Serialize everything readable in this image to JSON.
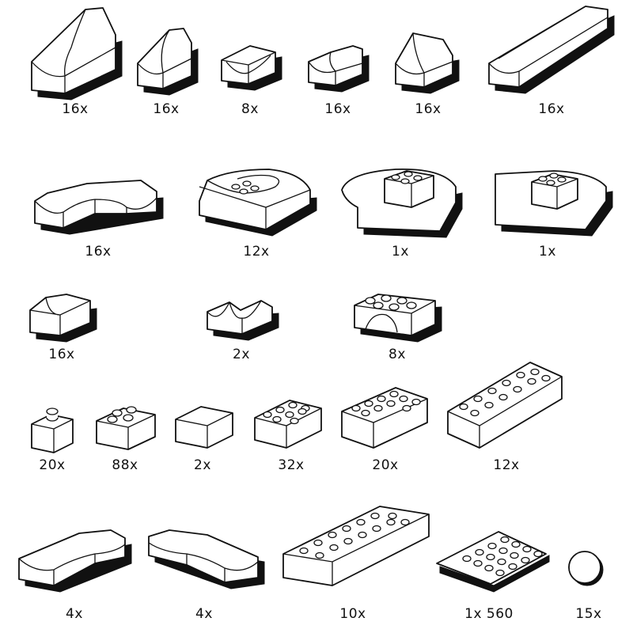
{
  "parts": [
    {
      "id": "p1",
      "qty": "16x"
    },
    {
      "id": "p2",
      "qty": "16x"
    },
    {
      "id": "p3",
      "qty": "8x"
    },
    {
      "id": "p4",
      "qty": "16x"
    },
    {
      "id": "p5",
      "qty": "16x"
    },
    {
      "id": "p6",
      "qty": "16x"
    },
    {
      "id": "p7",
      "qty": "16x"
    },
    {
      "id": "p8",
      "qty": "12x"
    },
    {
      "id": "p9",
      "qty": "1x"
    },
    {
      "id": "p10",
      "qty": "1x"
    },
    {
      "id": "p11",
      "qty": "16x"
    },
    {
      "id": "p12",
      "qty": "2x"
    },
    {
      "id": "p13",
      "qty": "8x"
    },
    {
      "id": "p14",
      "qty": "20x"
    },
    {
      "id": "p15",
      "qty": "88x"
    },
    {
      "id": "p16",
      "qty": "2x"
    },
    {
      "id": "p17",
      "qty": "32x"
    },
    {
      "id": "p18",
      "qty": "20x"
    },
    {
      "id": "p19",
      "qty": "12x"
    },
    {
      "id": "p20",
      "qty": "4x"
    },
    {
      "id": "p21",
      "qty": "4x"
    },
    {
      "id": "p22",
      "qty": "10x"
    },
    {
      "id": "p23",
      "qty": "1x 560"
    },
    {
      "id": "p24",
      "qty": "15x"
    }
  ]
}
